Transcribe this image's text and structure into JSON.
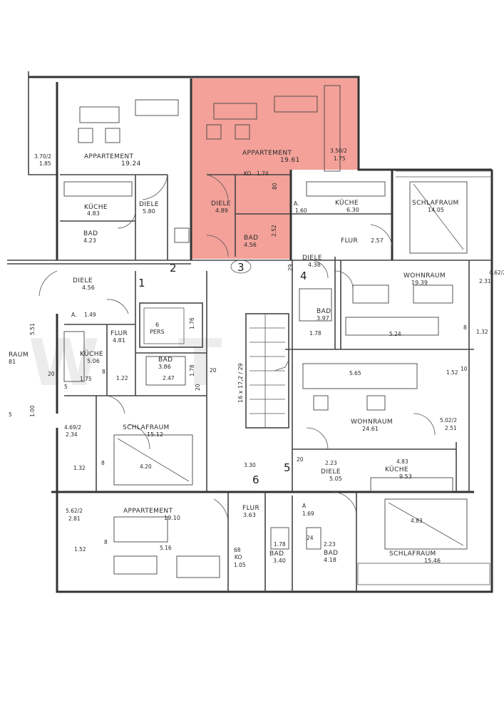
{
  "colors": {
    "highlight": "#f08a80",
    "wall": "#333333",
    "background": "#ffffff"
  },
  "rooms": {
    "app_tl": "APPARTEMENT",
    "app_tl_area": "19.24",
    "app_tr": "APPARTEMENT",
    "app_tr_area": "19.61",
    "kueche_tl": "KÜCHE",
    "kueche_tl_area": "4.83",
    "diele_tl": "DIELE",
    "diele_tl_area": "5.80",
    "bad_tl": "BAD",
    "bad_tl_area": "4.23",
    "diele_hl": "DIELE",
    "diele_hl_area": "4.89",
    "bad_hl": "BAD",
    "bad_hl_area": "4.56",
    "kueche_r": "KÜCHE",
    "kueche_r_area": "6.30",
    "schlaf_tr": "SCHLAFRAUM",
    "schlaf_tr_area": "14.05",
    "flur_r": "FLUR",
    "flur_r_area": "2.57",
    "diele_r": "DIELE",
    "diele_r_area": "4.38",
    "wohn_r1": "WOHNRAUM",
    "wohn_r1_area": "19.39",
    "bad_r": "BAD",
    "bad_r_area": "3.97",
    "diele_l": "DIELE",
    "diele_l_area": "4.56",
    "flur_l": "FLUR",
    "flur_l_area": "4.81",
    "kueche_l": "KÜCHE",
    "kueche_l_area": "5.06",
    "bad_l": "BAD",
    "bad_l_area": "3.86",
    "schlaf_l": "SCHLAFRAUM",
    "schlaf_l_area": "15.12",
    "wohn_r2": "WOHNRAUM",
    "wohn_r2_area": "24.61",
    "diele_rb": "DIELE",
    "diele_rb_area": "5.05",
    "kueche_rb": "KÜCHE",
    "kueche_rb_area": "9.53",
    "app_bl": "APPARTEMENT",
    "app_bl_area": "19.10",
    "flur_b": "FLUR",
    "flur_b_area": "3.63",
    "bad_b": "BAD",
    "bad_b_area": "3.40",
    "bad_rb": "BAD",
    "bad_rb_area": "4.18",
    "schlaf_rb": "SCHLAFRAUM",
    "schlaf_rb_area": "15.46",
    "raum_edge": "RAUM",
    "raum_edge_area": "81",
    "lift": "6\nPERS",
    "lift_label1": "6",
    "lift_label2": "PERS"
  },
  "stair": {
    "label": "16 x 17,2 / 29"
  },
  "markers": [
    "1",
    "2",
    "3",
    "4",
    "5",
    "6"
  ],
  "dims": {
    "tl_a": "3.70/2",
    "tl_b": "1.85",
    "tr_a": "3.50/2",
    "tr_b": "1.75",
    "ko": "KO",
    "ko_v": "1.74",
    "eighty": "80",
    "a160": "1.60",
    "bad252": "2.52",
    "r462": "4.62/2",
    "r231": "2.31",
    "r132": "1.32",
    "r8a": "8",
    "r524": "5.24",
    "r178a": "1.78",
    "r20a": "20",
    "r29": "29",
    "a149": "1.49",
    "a551": "5.51",
    "l20a": "20",
    "l5": "5",
    "l175": "1.75",
    "l8a": "8",
    "l122": "1.22",
    "l247": "2.47",
    "l178": "1.78",
    "l20b": "20",
    "l20c": "20",
    "l176": "1.76",
    "l100": "1.00",
    "l5b": "5",
    "l469": "4.69/2",
    "l234": "2.34",
    "l132": "1.32",
    "l8b": "8",
    "l420": "4.20",
    "c330": "3.30",
    "c20": "20",
    "r565": "5.65",
    "r152": "1.52",
    "r10": "10",
    "r502": "5.02/2",
    "r251": "2.51",
    "r223": "2.23",
    "r483": "4.83",
    "r483b": "4.83",
    "a169": "1.69",
    "r223b": "2.23",
    "r24": "24",
    "b562": "5.62/2",
    "b281": "2.81",
    "b152": "1.52",
    "b8": "8",
    "b516": "5.16",
    "b68": "68",
    "bko": "KO",
    "b105": "1.05",
    "b178": "1.78",
    "a_small": "A.",
    "a_small2": "A.",
    "a_small3": "A"
  }
}
